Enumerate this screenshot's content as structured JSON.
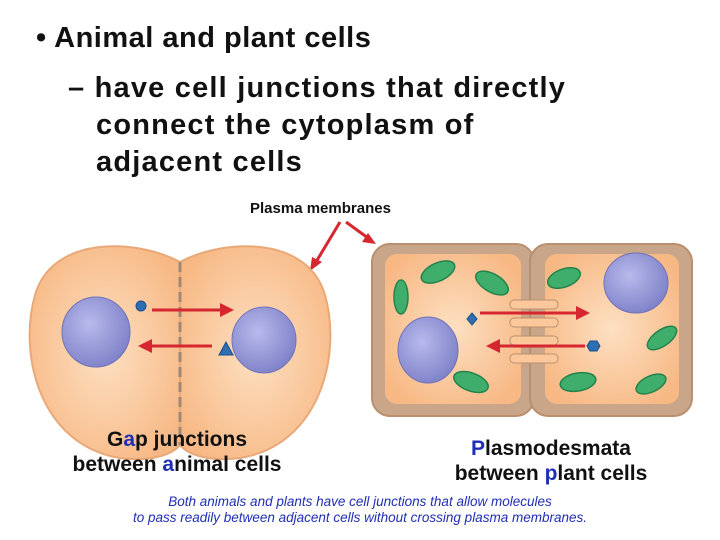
{
  "slide": {
    "bullet_symbol": "•",
    "bullet_text": "Animal and plant cells",
    "sub_dash": "–",
    "sub_lines": [
      "have cell junctions that directly",
      "connect the cytoplasm of",
      "adjacent cells"
    ]
  },
  "diagram": {
    "plasma_label": "Plasma membranes",
    "left_caption": {
      "line1_first": "G",
      "line1_hl": "a",
      "line1_rest": "p junctions",
      "line2_first": "between ",
      "line2_hl": "a",
      "line2_rest": "nimal cells"
    },
    "right_caption": {
      "line1_hl": "P",
      "line1_rest": "lasmodesmata",
      "line2_first": "between ",
      "line2_hl": "p",
      "line2_rest": "lant cells"
    },
    "colors": {
      "animal_cell": "#fcc79a",
      "plant_wall": "#c9a689",
      "plant_cytoplasm": "#fcc79a",
      "nucleus": "#8c8ed1",
      "chloroplast": "#3fae6c",
      "arrow": "#d6262f",
      "molecule": "#2e6fb3"
    }
  },
  "footer": {
    "line1": "Both animals and plants have cell junctions that allow molecules",
    "line2": "to pass readily between adjacent cells without crossing plasma membranes."
  }
}
